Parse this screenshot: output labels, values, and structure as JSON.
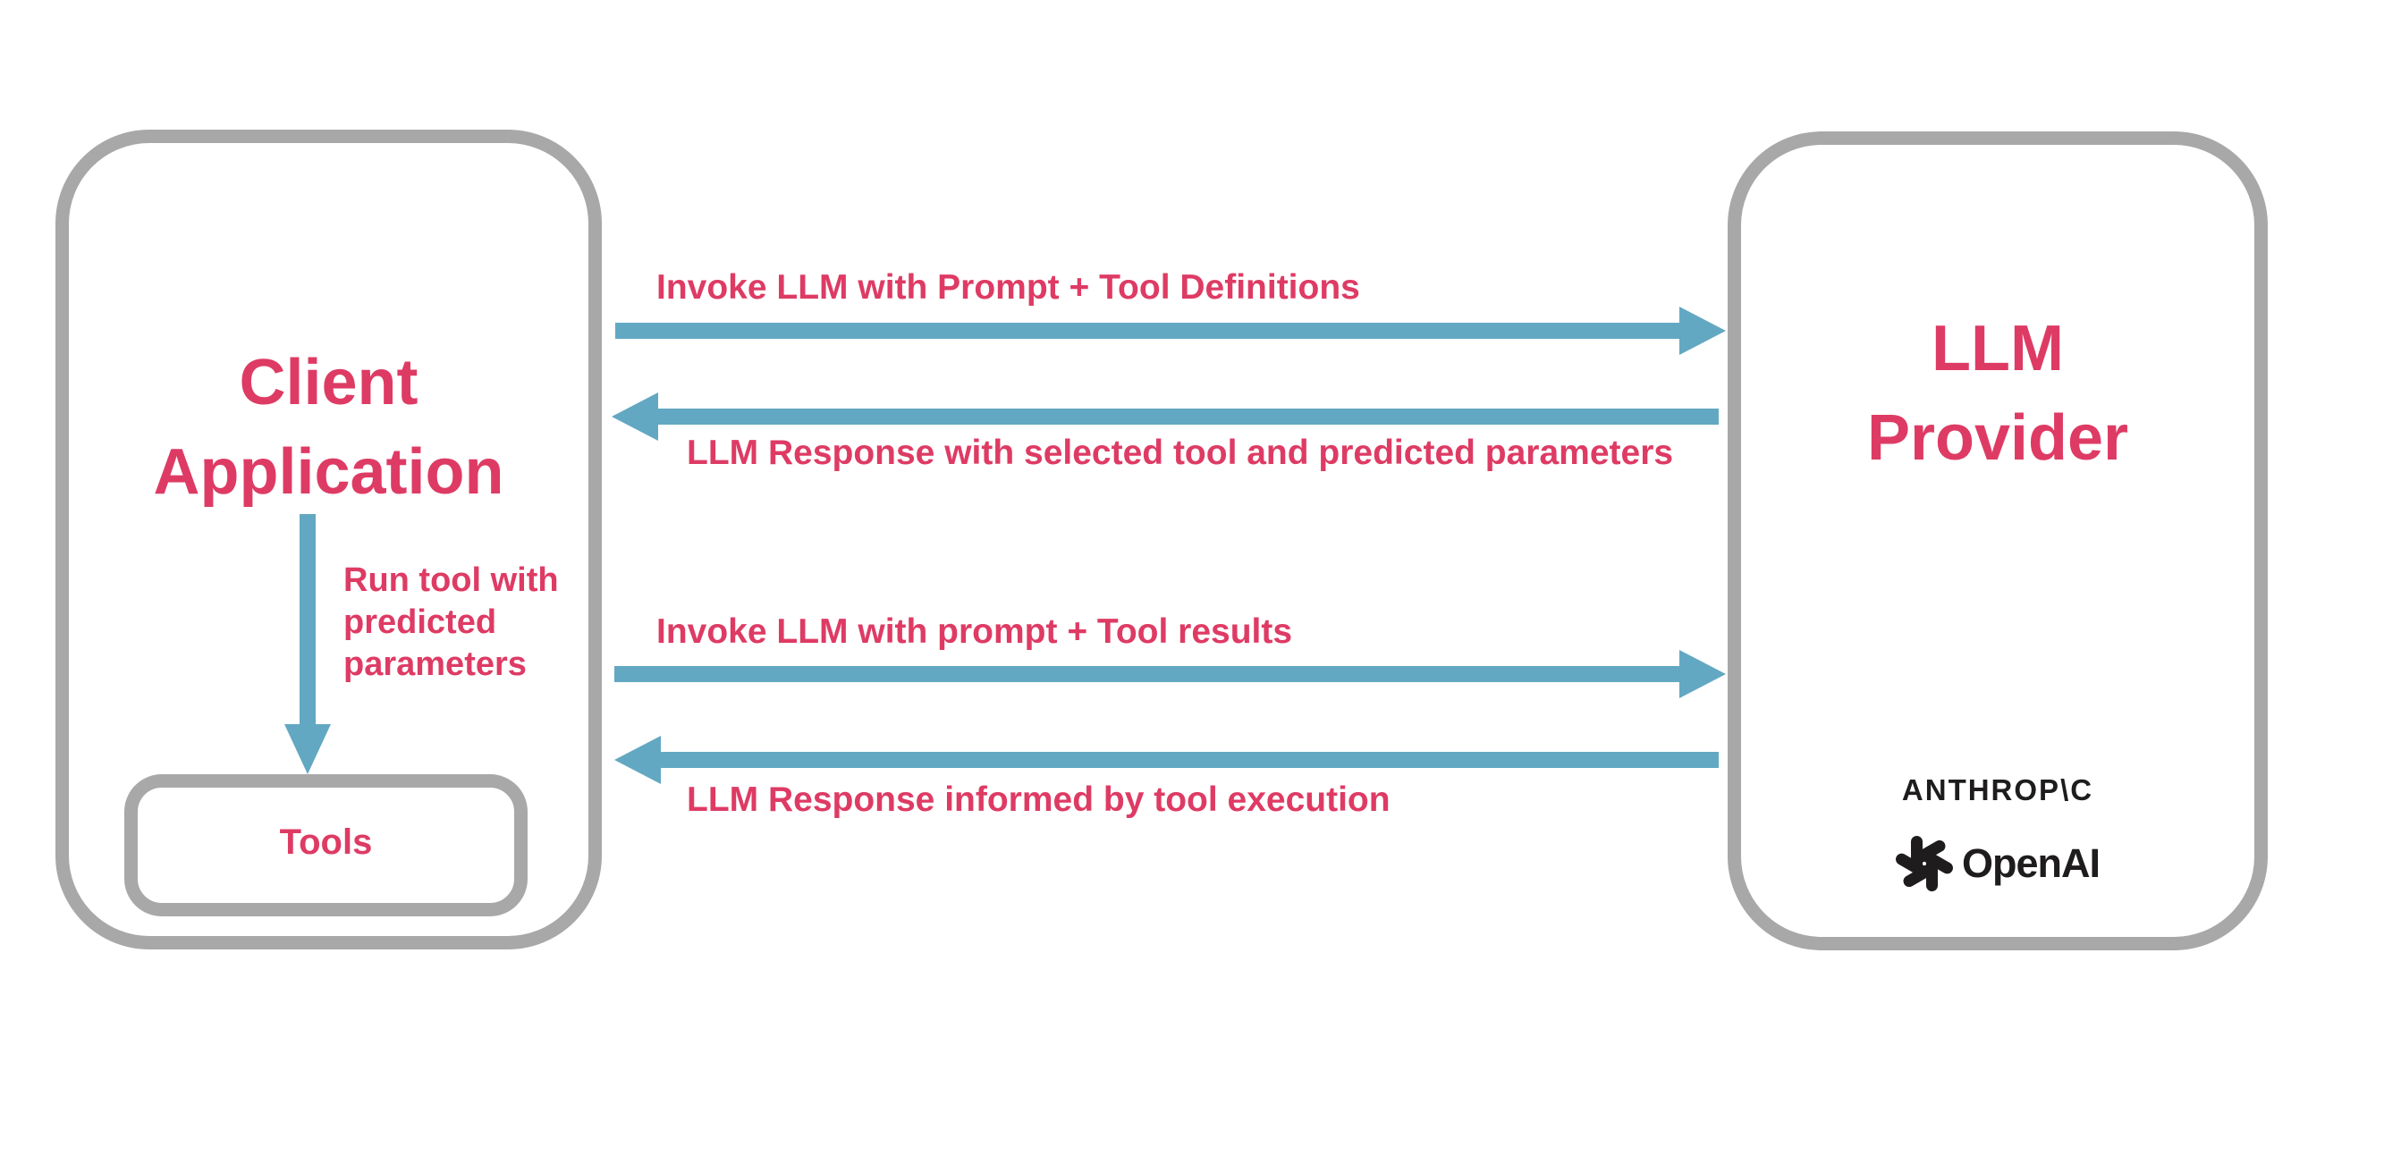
{
  "colors": {
    "accent_pink": "#DE3B64",
    "arrow_blue": "#63A8C2",
    "border_gray": "#A8A8A8",
    "logo_black": "#1E1C1D"
  },
  "client_box": {
    "line1": "Client",
    "line2": "Application"
  },
  "tools_box": {
    "label": "Tools"
  },
  "llm_box": {
    "line1": "LLM",
    "line2": "Provider"
  },
  "flows": {
    "invoke_with_definitions": "Invoke LLM with Prompt + Tool Definitions",
    "response_with_tool": "LLM Response with selected tool and predicted parameters",
    "run_tool": "Run tool with predicted parameters",
    "invoke_with_results": "Invoke LLM with prompt + Tool results",
    "response_informed": "LLM Response informed by tool execution"
  },
  "logos": {
    "anthropic": "ANTHROP\\C",
    "openai": "OpenAI"
  }
}
